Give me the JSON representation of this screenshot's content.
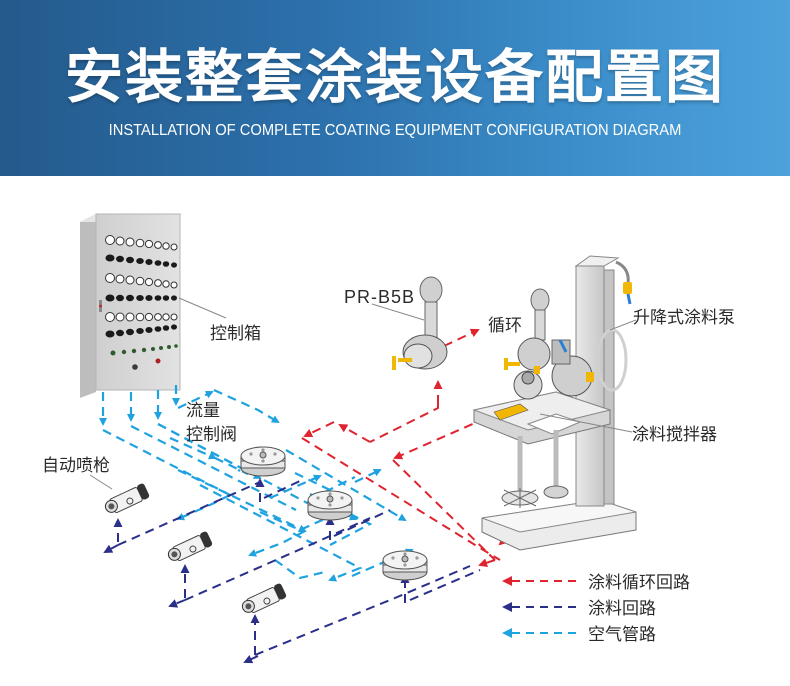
{
  "header": {
    "title": "安装整套涂装设备配置图",
    "subtitle": "INSTALLATION OF COMPLETE COATING EQUIPMENT CONFIGURATION DIAGRAM",
    "gradient_start": "#245a8c",
    "gradient_end": "#4da2dc"
  },
  "labels": {
    "control_box": "控制箱",
    "pump_model": "PR-B5B",
    "circulation": "循环",
    "lift_pump": "升降式涂料泵",
    "flow_valve_line1": "流量",
    "flow_valve_line2": "控制阀",
    "paint_mixer": "涂料搅拌器",
    "auto_spray_gun": "自动喷枪"
  },
  "legend": {
    "items": [
      {
        "label": "涂料循环回路",
        "color": "#e0242f",
        "line": "paint-circulation-loop"
      },
      {
        "label": "涂料回路",
        "color": "#2a2f8a",
        "line": "paint-return-loop"
      },
      {
        "label": "空气管路",
        "color": "#1fa2e0",
        "line": "air-line"
      }
    ]
  },
  "colors": {
    "paint_circulation": "#e0242f",
    "paint_return": "#2a2f8a",
    "air": "#1fa2e0",
    "equipment_yellow": "#f2b705"
  }
}
